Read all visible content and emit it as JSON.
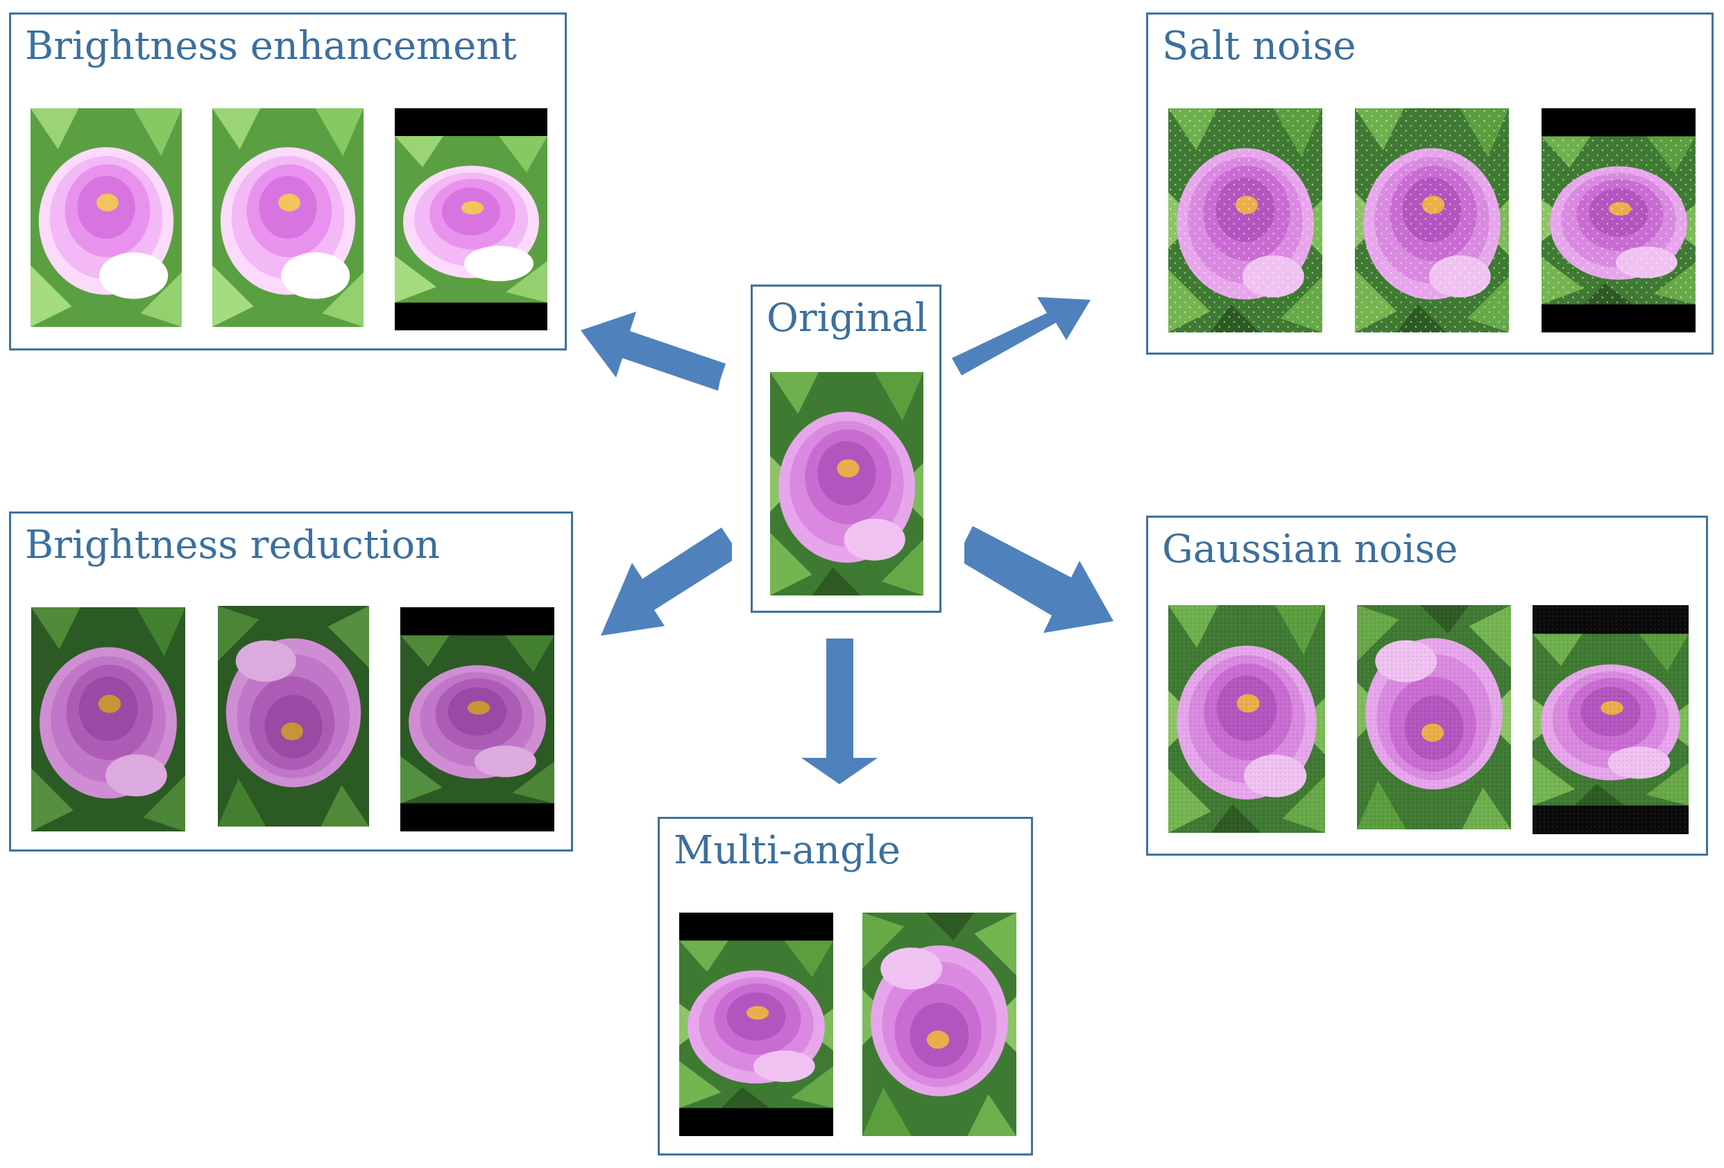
{
  "colors": {
    "panel_border": "#41719c",
    "title_text": "#3b6f9e",
    "arrow_fill": "#4f81bd"
  },
  "original": {
    "title": "Original"
  },
  "brightness_enhancement": {
    "title": "Brightness enhancement"
  },
  "salt_noise": {
    "title": "Salt noise"
  },
  "brightness_reduction": {
    "title": "Brightness reduction"
  },
  "gaussian_noise": {
    "title": "Gaussian noise"
  },
  "multi_angle": {
    "title": "Multi-angle"
  }
}
